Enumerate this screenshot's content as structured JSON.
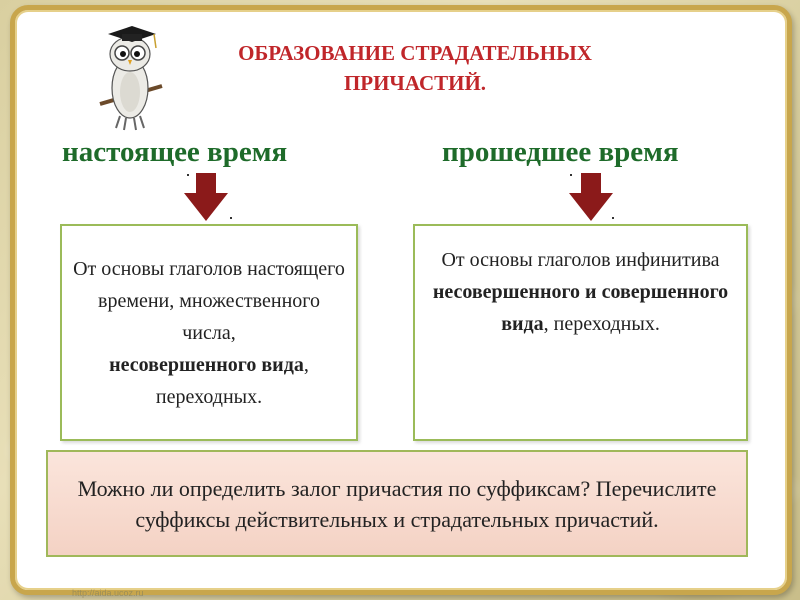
{
  "title": "ОБРАЗОВАНИЕ СТРАДАТЕЛЬНЫХ ПРИЧАСТИЙ.",
  "left": {
    "heading": "настоящее время",
    "text_1": "От основы глаголов настоящего времени, множественного числа,",
    "text_bold": "несовершенного вида",
    "text_2": ", переходных."
  },
  "right": {
    "heading": "прошедшее время",
    "text_1": "От основы глаголов инфинитива",
    "text_bold": "несовершенного и совершенного вида",
    "text_2": ", переходных."
  },
  "question": "Можно ли определить залог причастия по суффиксам? Перечислите суффиксы действительных и страдательных причастий.",
  "watermark": "http://aida.ucoz.ru",
  "colors": {
    "title": "#c0262a",
    "heading": "#1e6b2a",
    "arrow": "#8b1a1a",
    "box_border": "#9bbb59",
    "question_bg": "#f4d2c4",
    "frame": "#c8a64c"
  },
  "icons": [
    "owl-with-graduation-cap",
    "arrow-down"
  ]
}
